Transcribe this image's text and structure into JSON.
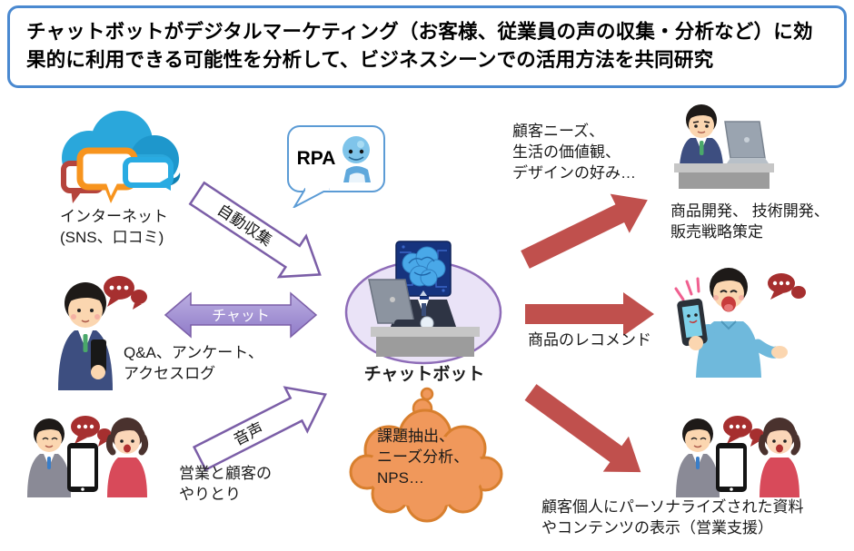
{
  "title": "チャットボットがデジタルマーケティング（お客様、従業員の声の収集・分析など）に効果的に利用できる可能性を分析して、ビジネスシーンでの活用方法を共同研究",
  "nodes": {
    "internet": {
      "label": "インターネット\n(SNS、口コミ)"
    },
    "rpa": {
      "label": "RPA"
    },
    "chatbot": {
      "label": "チャットボット"
    },
    "interviewer": {
      "label": "Q&A、アンケート、\nアクセスログ"
    },
    "sales_talk": {
      "label": "営業と顧客の\nやりとり"
    },
    "insight_cloud": {
      "label": "課題抽出、\nニーズ分析、\nNPS…"
    },
    "needs": {
      "label": "顧客ニーズ、\n生活の価値観、\nデザインの好み…"
    },
    "development": {
      "label": "商品開発、 技術開発、\n販売戦略策定"
    },
    "recommend": {
      "label": "商品のレコメンド"
    },
    "personalized": {
      "label": "顧客個人にパーソナライズされた資料\nやコンテンツの表示（営業支援）"
    }
  },
  "arrows": {
    "auto_collect": {
      "label": "自動収集"
    },
    "chat": {
      "label": "チャット"
    },
    "voice": {
      "label": "音声"
    }
  },
  "colors": {
    "title_border": "#4A89D0",
    "red_arrow": "#C0504D",
    "purple_stroke": "#7B5EA7",
    "purple_fill_top": "#BCAFE2",
    "purple_fill_bottom": "#8F7BC8",
    "orange_cloud_fill": "#F0985B",
    "orange_cloud_border": "#D87F2E",
    "rpa_bubble_border": "#5B9BD5",
    "chatbot_ellipse_fill": "#EAE3F7",
    "chatbot_ellipse_border": "#8E6CB8",
    "speech_bubble_red": "#A62F2F"
  }
}
